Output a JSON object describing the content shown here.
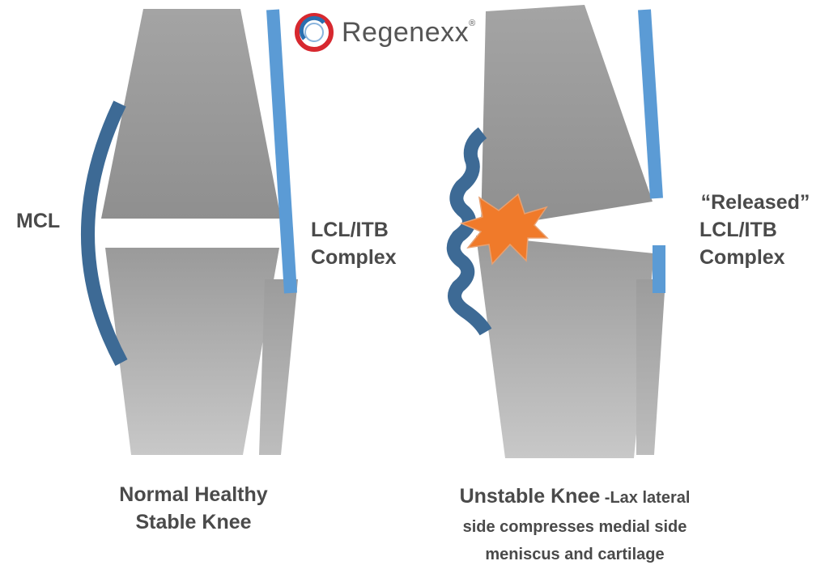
{
  "brand": {
    "name": "Regenexx",
    "registered_mark": "®",
    "colors": {
      "ring_red": "#d7282f",
      "ring_blue": "#2a6fb0",
      "text": "#555555"
    }
  },
  "colors": {
    "bone": "#a9a9a9",
    "bone_light": "#c4c4c4",
    "mcl": "#3d6a95",
    "lcl": "#5b9bd5",
    "burst": "#f07a2a",
    "label_text": "#4a4a4a"
  },
  "left_knee": {
    "mcl_label": "MCL",
    "lcl_label_line1": "LCL/ITB",
    "lcl_label_line2": "Complex",
    "caption_line1": "Normal Healthy",
    "caption_line2": "Stable Knee"
  },
  "right_knee": {
    "lcl_label_line1": "“Released”",
    "lcl_label_line2": "LCL/ITB",
    "lcl_label_line3": "Complex",
    "caption_bold": "Unstable Knee",
    "caption_rest_line1": " -Lax lateral",
    "caption_line2": "side compresses medial side",
    "caption_line3": "meniscus and cartilage"
  }
}
